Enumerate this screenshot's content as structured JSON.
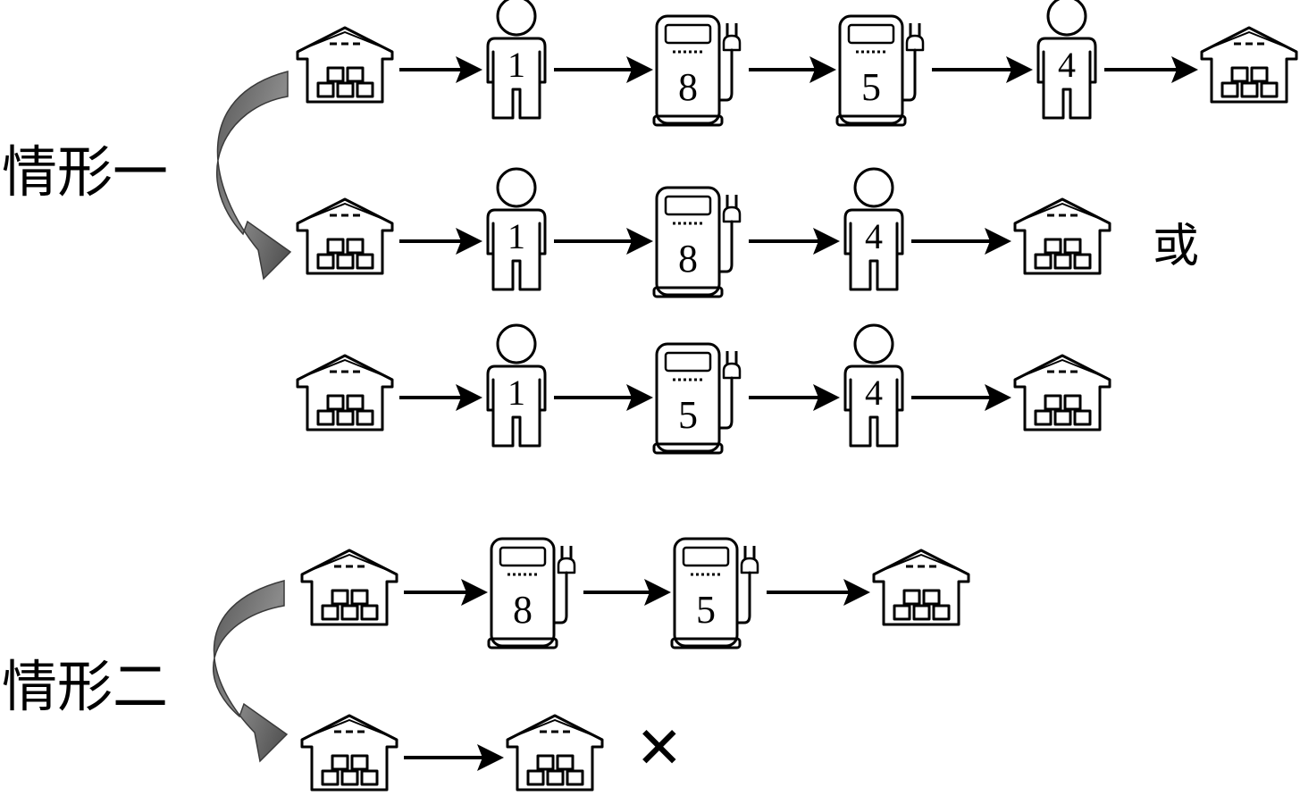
{
  "scenario_one": {
    "label": "情形一",
    "alternative_word": "或",
    "rows": [
      [
        "warehouse",
        "person:1",
        "charger:8",
        "charger:5",
        "person:4",
        "warehouse"
      ],
      [
        "warehouse",
        "person:1",
        "charger:8",
        "person:4",
        "warehouse"
      ],
      [
        "warehouse",
        "person:1",
        "charger:5",
        "person:4",
        "warehouse"
      ]
    ]
  },
  "scenario_two": {
    "label": "情形二",
    "rows": [
      [
        "warehouse",
        "charger:8",
        "charger:5",
        "warehouse"
      ],
      [
        "warehouse",
        "warehouse"
      ]
    ],
    "invalid_mark": "✕"
  },
  "icons": {
    "warehouse": "warehouse-icon",
    "person": "person-icon",
    "charger": "charging-station-icon",
    "arrow": "arrow-right-icon",
    "curved_arrow": "curved-arrow-icon"
  },
  "colors": {
    "line": "#000000",
    "curved_arrow": "#666666"
  }
}
